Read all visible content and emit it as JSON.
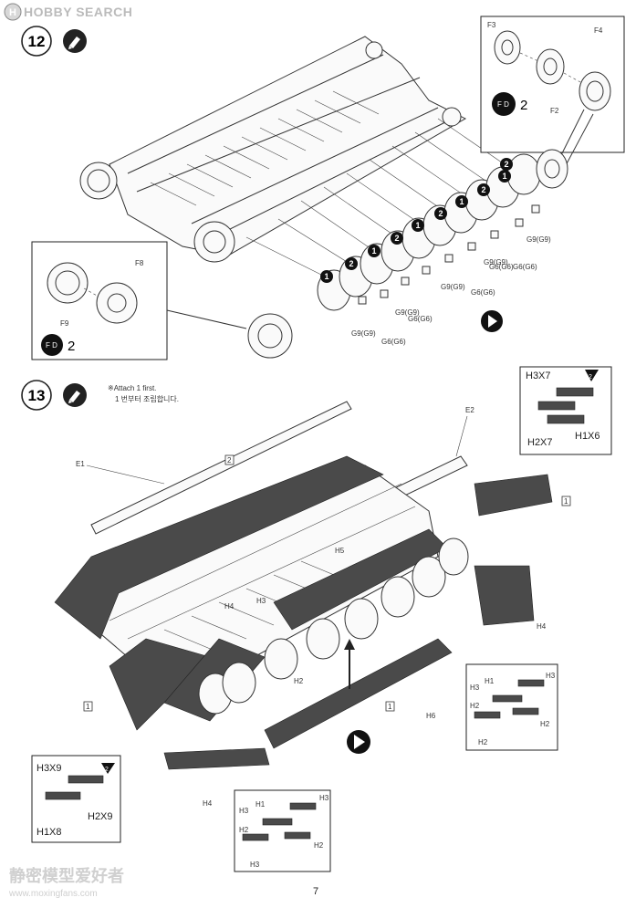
{
  "watermark_top": {
    "brand": "HOBBY SEARCH",
    "logo_mark": "H"
  },
  "watermark_bottom": {
    "chinese": "静密模型爱好者",
    "url": "www.moxingfans.com"
  },
  "page_number": "7",
  "step12": {
    "number": "12",
    "icon": "glue-icon",
    "callout_upper": {
      "parts": [
        "F3",
        "F4",
        "F2"
      ],
      "qty": "2"
    },
    "callout_lower": {
      "parts": [
        "F8",
        "F9"
      ],
      "qty": "2"
    },
    "numbered_wheels": [
      "1",
      "2",
      "1",
      "2",
      "1",
      "2",
      "1",
      "2",
      "1",
      "2"
    ],
    "part_labels": [
      "G9(G9)",
      "G6(G6)",
      "G9(G9)",
      "G6(G6)",
      "G9(G9)",
      "G6(G6)",
      "G9(G9)",
      "G6(G6)",
      "G9(G9)",
      "G6(G6)"
    ]
  },
  "step13": {
    "number": "13",
    "icon": "glue-icon",
    "note_en": "※Attach 1 first.",
    "note_ko": "1 번부터 조립합니다.",
    "labels": {
      "E1": "E1",
      "E2": "E2",
      "box2": "2",
      "box1": "1",
      "H5": "H5",
      "H4": "H4",
      "H3": "H3",
      "H2": "H2",
      "H6": "H6",
      "H1": "H1"
    },
    "callout_tr": {
      "a": "H3X7",
      "b": "H2X7",
      "c": "H1X6",
      "badge": "2"
    },
    "callout_bl": {
      "a": "H3X9",
      "b": "H2X9",
      "c": "H1X8",
      "badge": "2"
    },
    "callout_br": {
      "h1": "H1",
      "h3a": "H3",
      "h3b": "H3",
      "h2a": "H2",
      "h2b": "H2",
      "h2c": "H2"
    },
    "callout_bc": {
      "h1": "H1",
      "h3a": "H3",
      "h3b": "H3",
      "h2a": "H2",
      "h2b": "H2",
      "h3c": "H3"
    }
  }
}
